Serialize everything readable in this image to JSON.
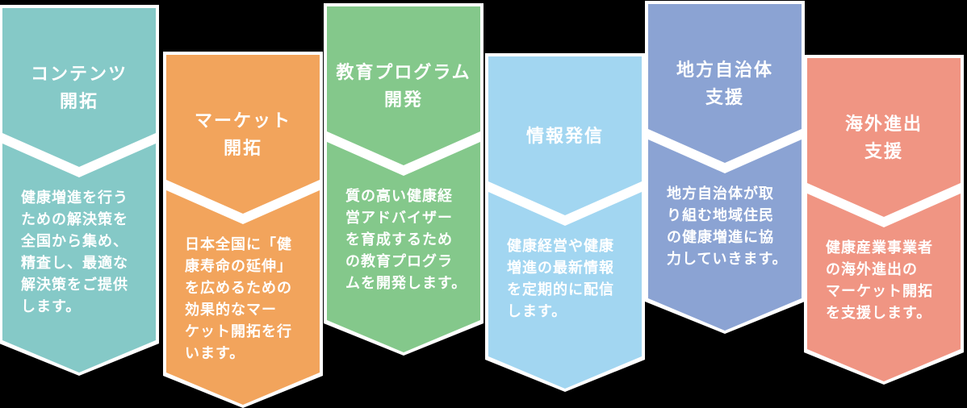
{
  "theme": {
    "background": "#000000",
    "outline": "#ffffff",
    "text_color": "#ffffff"
  },
  "banners": [
    {
      "name": "content-development",
      "color": "#85c9c7",
      "title": "コンテンツ\n開拓",
      "body": "健康増進を行う\nための解決策を\n全国から集め、\n精査し、最適な\n解決策をご提供\nします。"
    },
    {
      "name": "market-development",
      "color": "#f2a45c",
      "title": "マーケット\n開拓",
      "body": "日本全国に「健\n康寿命の延伸」\nを広めるための\n効果的なマー\nケット開拓を行\nいます。"
    },
    {
      "name": "education-program-development",
      "color": "#84c88b",
      "title": "教育プログラム\n開発",
      "body": "質の高い健康経\n営アドバイザー\nを育成するため\nの教育プログラ\nムを開発します。"
    },
    {
      "name": "information-dissemination",
      "color": "#a2d6f1",
      "title": "情報発信",
      "body": "健康経営や健康\n増進の最新情報\nを定期的に配信\nします。"
    },
    {
      "name": "local-government-support",
      "color": "#8ba3d3",
      "title": "地方自治体\n支援",
      "body": "地方自治体が取\nり組む地域住民\nの健康増進に協\n力していきます。"
    },
    {
      "name": "overseas-expansion-support",
      "color": "#f09583",
      "title": "海外進出\n支援",
      "body": "健康産業事業者\nの海外進出の\nマーケット開拓\nを支援します。"
    }
  ]
}
